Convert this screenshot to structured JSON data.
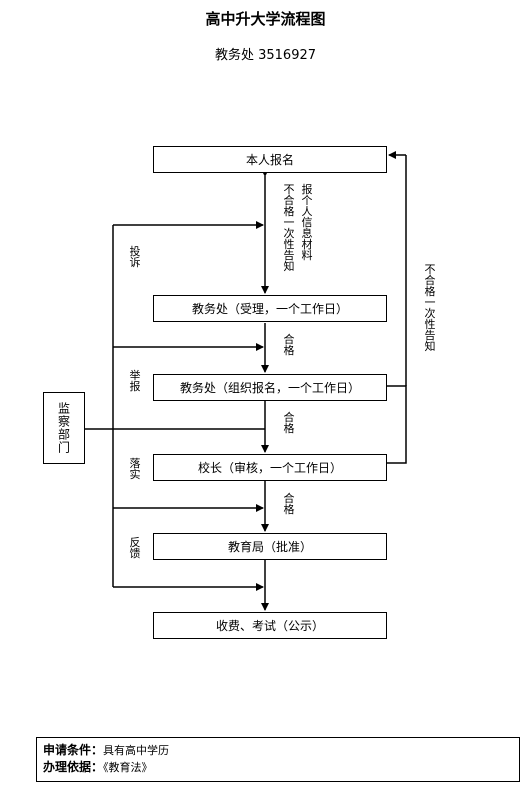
{
  "title": "高中升大学流程图",
  "office": "教务处  3516927",
  "steps": {
    "signup": "本人报名",
    "accept": "教务处（受理，一个工作日）",
    "organize": "教务处（组织报名，一个工作日）",
    "principal": "校长（审核，一个工作日）",
    "bureau": "教育局（批准）",
    "fee": "收费、考试（公示）"
  },
  "supervisor": "监察部门",
  "labels": {
    "materials": "报个人信息材料",
    "reject_once": "不合格一次性告知",
    "pass1": "合格",
    "pass2": "合格",
    "pass3": "合格",
    "complain": "投诉",
    "report": "举报",
    "implement": "落实",
    "feedback": "反馈",
    "reject_right": "不合格一次性告知"
  },
  "footer": {
    "condition_label": "申请条件：",
    "condition_value": "具有高中学历",
    "basis_label": "办理依据：",
    "basis_value": "《教育法》"
  }
}
